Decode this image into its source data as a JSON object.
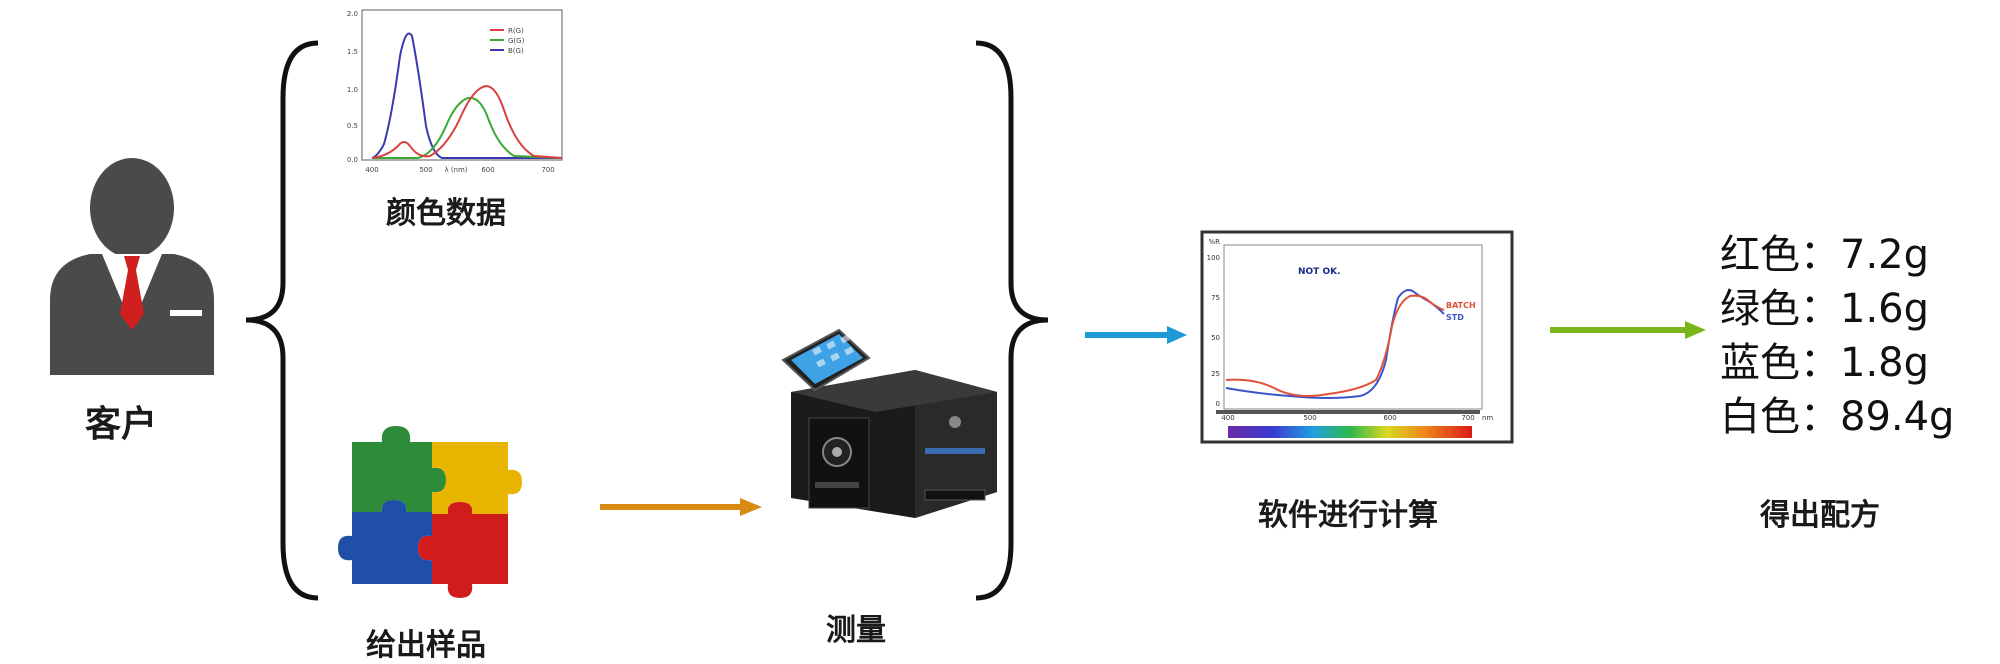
{
  "labels": {
    "customer": "客户",
    "color_data": "颜色数据",
    "give_sample": "给出样品",
    "measure": "测量",
    "software_calc": "软件进行计算",
    "get_formula": "得出配方"
  },
  "small_chart": {
    "legend": [
      "R(G)",
      "G(G)",
      "B(G)"
    ],
    "y_ticks": [
      "2.0",
      "1.5",
      "1.0",
      "0.5",
      "0.0"
    ],
    "x_ticks": [
      "400",
      "500",
      "600",
      "700"
    ],
    "x_axis_label": "λ (nm)",
    "series_colors": [
      "#d94040",
      "#3aaa35",
      "#3a3ab0"
    ]
  },
  "result_chart": {
    "annotation": "NOT OK.",
    "y_ticks": [
      "%R",
      "100",
      "75",
      "50",
      "25",
      "0"
    ],
    "x_ticks": [
      "400",
      "500",
      "600",
      "700",
      "nm"
    ],
    "legend": [
      "BATCH",
      "STD"
    ],
    "series_colors": [
      "#e0503a",
      "#3a55c8"
    ]
  },
  "formula": [
    {
      "text": "红色：7.2g"
    },
    {
      "text": "绿色：1.6g"
    },
    {
      "text": "蓝色：1.8g"
    },
    {
      "text": "白色：89.4g"
    }
  ],
  "colors": {
    "arrow_orange": "#d98a12",
    "arrow_blue": "#1e9ad6",
    "arrow_green": "#7ab51d",
    "person_gray": "#4a4a4a",
    "tie_red": "#d01f1f"
  },
  "icons": {
    "customer": "person-icon",
    "sample": "puzzle-icon",
    "device": "spectrophotometer-icon"
  }
}
